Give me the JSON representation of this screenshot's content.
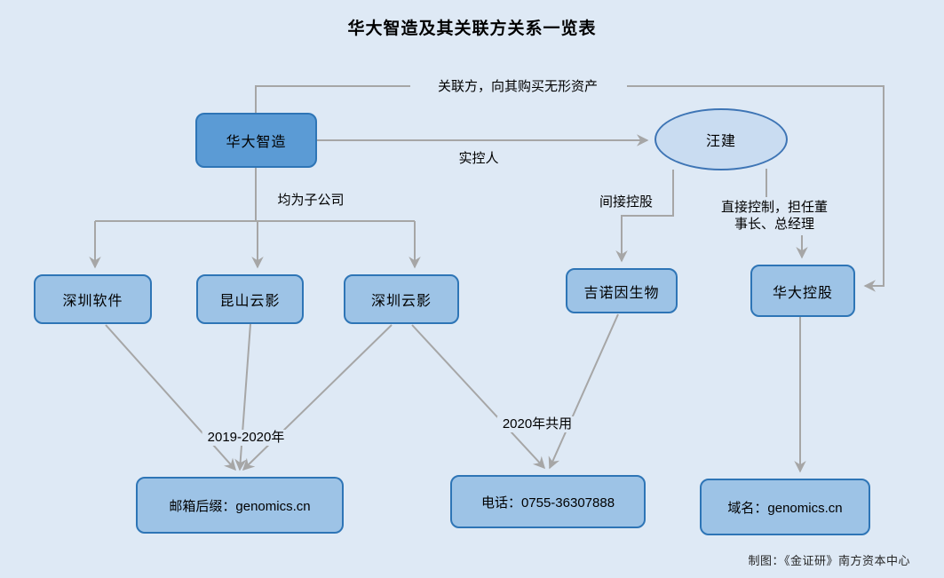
{
  "title": "华大智造及其关联方关系一览表",
  "credit": "制图：《金证研》南方资本中心",
  "nodes": {
    "hq": {
      "label": "华大智造"
    },
    "wang_jian": {
      "label": "汪建"
    },
    "shenzhen_software": {
      "label": "深圳软件"
    },
    "kunshan_yunying": {
      "label": "昆山云影"
    },
    "shenzhen_yunying": {
      "label": "深圳云影"
    },
    "genoimmune": {
      "label": "吉诺因生物"
    },
    "huada_holding": {
      "label": "华大控股"
    },
    "email_suffix": {
      "label": "邮箱后缀：genomics.cn"
    },
    "phone": {
      "label": "电话：0755-36307888"
    },
    "domain": {
      "label": "域名：genomics.cn"
    }
  },
  "edge_labels": {
    "intangible_assets": "关联方，向其购买无形资产",
    "actual_controller": "实控人",
    "all_subsidiaries": "均为子公司",
    "indirect_holding": "间接控股",
    "direct_control_line1": "直接控制，担任董",
    "direct_control_line2": "事长、总经理",
    "email_period": "2019-2020年",
    "phone_shared": "2020年共用"
  },
  "relationships": [
    {
      "from": "华大智造",
      "to": "汪建",
      "label": "实控人"
    },
    {
      "from": "华大智造",
      "to": "华大控股",
      "label": "关联方，向其购买无形资产"
    },
    {
      "from": "华大智造",
      "to": [
        "深圳软件",
        "昆山云影",
        "深圳云影"
      ],
      "label": "均为子公司"
    },
    {
      "from": "汪建",
      "to": "吉诺因生物",
      "label": "间接控股"
    },
    {
      "from": "汪建",
      "to": "华大控股",
      "label": "直接控制，担任董事长、总经理"
    },
    {
      "from": [
        "深圳软件",
        "昆山云影",
        "深圳云影"
      ],
      "to": "邮箱后缀：genomics.cn",
      "label": "2019-2020年"
    },
    {
      "from": [
        "深圳云影",
        "吉诺因生物"
      ],
      "to": "电话：0755-36307888",
      "label": "2020年共用"
    },
    {
      "from": "华大控股",
      "to": "域名：genomics.cn",
      "label": ""
    }
  ],
  "colors": {
    "background": "#DEE9F5",
    "primary_node_fill": "#5B9BD5",
    "secondary_node_fill": "#9DC3E6",
    "person_ellipse_fill": "#C9DCF1",
    "node_border": "#2E75B6",
    "connector_gray": "#A6A6A6",
    "text": "#000000"
  }
}
